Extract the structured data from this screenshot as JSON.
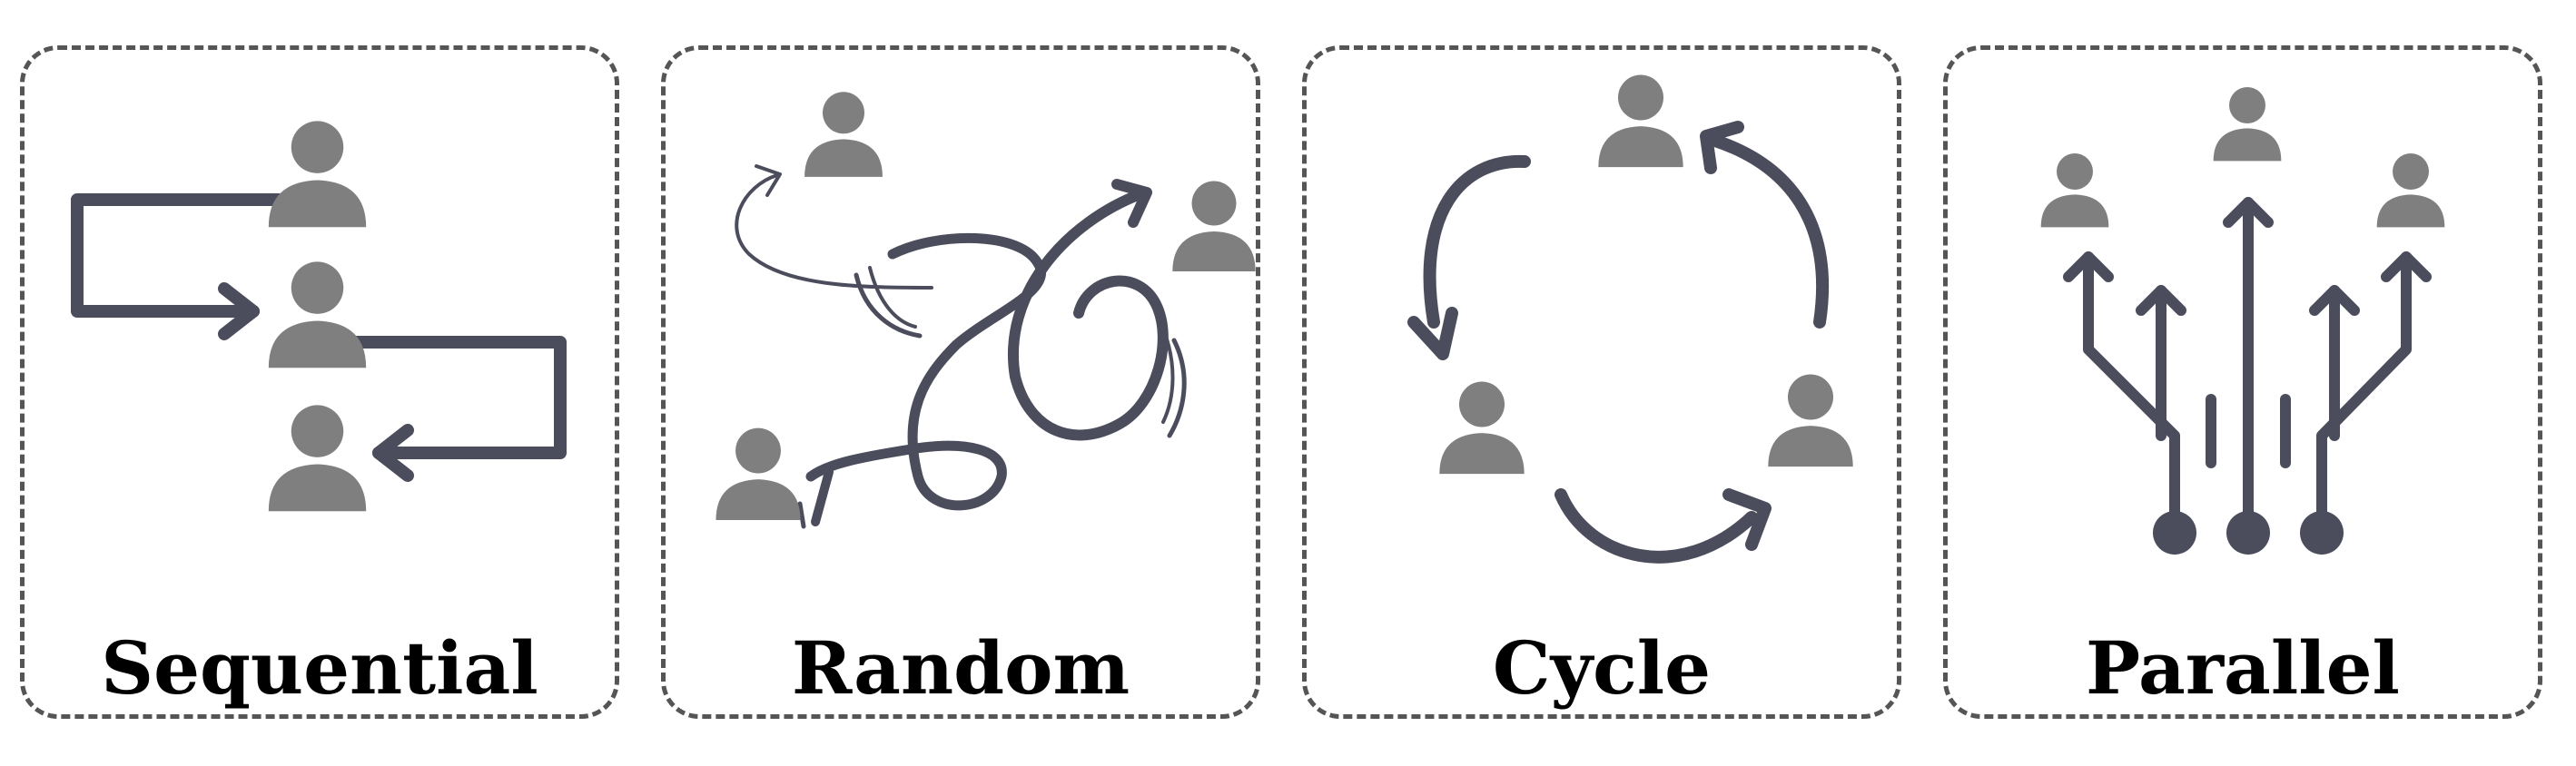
{
  "colors": {
    "person": "#7f7f7f",
    "arrow": "#4b4c5c",
    "border": "#555555",
    "text": "#000000"
  },
  "panels": [
    {
      "label": "Sequential",
      "icon": "sequential-flow"
    },
    {
      "label": "Random",
      "icon": "random-flow"
    },
    {
      "label": "Cycle",
      "icon": "cycle-flow"
    },
    {
      "label": "Parallel",
      "icon": "parallel-flow"
    }
  ]
}
